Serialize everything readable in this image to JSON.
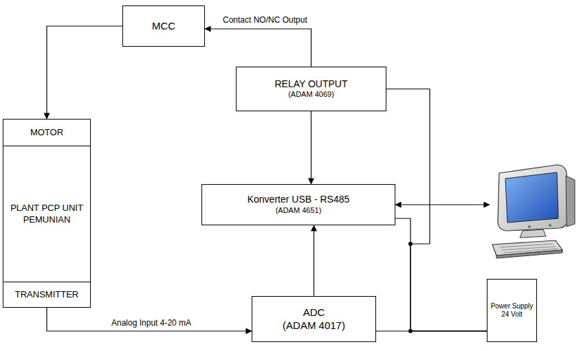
{
  "diagram": {
    "nodes": [
      {
        "text": [
          "MCC"
        ]
      },
      {
        "text": [
          "MOTOR",
          "PLANT PCP UNIT PEMUNIAN",
          "TRANSMITTER"
        ]
      },
      {
        "text": [
          "RELAY OUTPUT",
          "(ADAM 4069)"
        ]
      },
      {
        "text": [
          "Konverter USB - RS485",
          "(ADAM 4651)"
        ]
      },
      {
        "text": [
          "ADC",
          "(ADAM 4017)"
        ]
      },
      {
        "text": [
          "Power Supply 24 Volt"
        ]
      }
    ],
    "edges": [
      {
        "from": 2,
        "to": 0,
        "arrow": "to",
        "label": "Contact NO/NC Output"
      },
      {
        "from": 0,
        "to": 1,
        "arrow": "to"
      },
      {
        "from": 1,
        "to": 4,
        "arrow": "to",
        "label": "Analog Input 4-20 mA"
      },
      {
        "from": 2,
        "to": 3,
        "arrow": "to"
      },
      {
        "from": 4,
        "to": 3,
        "arrow": "to"
      },
      {
        "from": 5,
        "to": 2,
        "arrow": "none"
      },
      {
        "from": 5,
        "to": 3,
        "arrow": "none"
      },
      {
        "from": 5,
        "to": 4,
        "arrow": "none"
      }
    ]
  }
}
